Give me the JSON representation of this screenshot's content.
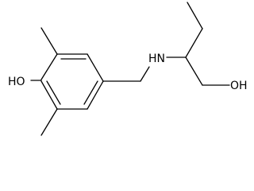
{
  "molecule": {
    "atom_labels": {
      "hydroxyl_phenol": "HO",
      "amine": "HN",
      "hydroxyl_alcohol": "OH"
    },
    "colors": {
      "bond": "#000000",
      "label": "#000000",
      "background": "#ffffff"
    }
  }
}
